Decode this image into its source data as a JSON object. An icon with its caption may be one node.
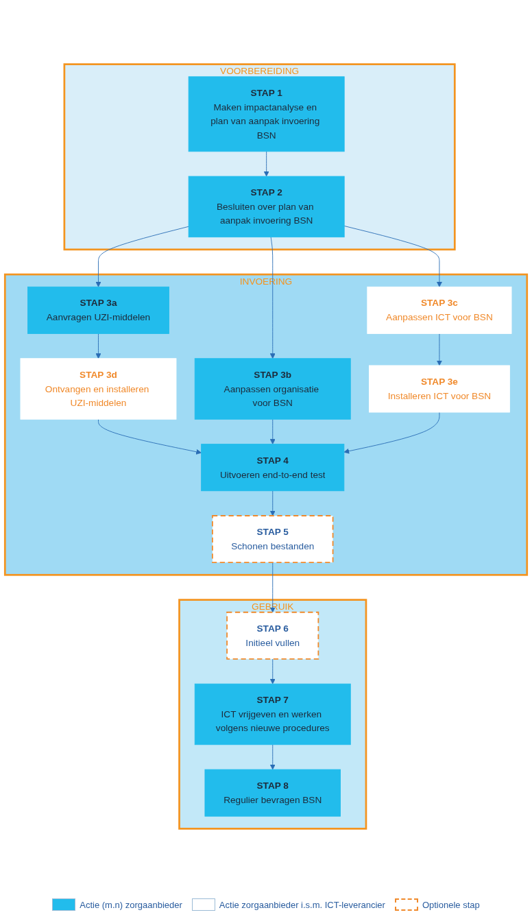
{
  "diagram": {
    "nodes": [
      {
        "text": [
          "VOORBEREIDING"
        ]
      },
      {
        "text": [
          "STAP 1",
          "Maken impactanalyse en plan van aanpak invoering BSN"
        ],
        "in": 0
      },
      {
        "text": [
          "STAP 2",
          "Besluiten over plan van aanpak invoering BSN"
        ],
        "in": 0
      },
      {
        "text": [
          "INVOERING"
        ]
      },
      {
        "text": [
          "STAP 3a",
          "Aanvragen UZI-middelen"
        ],
        "in": 3
      },
      {
        "text": [
          "STAP 3b",
          "Aanpassen organisatie voor BSN"
        ],
        "in": 3
      },
      {
        "text": [
          "STAP 3c",
          "Aanpassen ICT voor BSN"
        ],
        "in": 3
      },
      {
        "text": [
          "STAP 3d",
          "Ontvangen en installeren UZI-middelen"
        ],
        "in": 3
      },
      {
        "text": [
          "STAP 3e",
          "Installeren ICT voor BSN"
        ],
        "in": 3
      },
      {
        "text": [
          "STAP 4",
          "Uitvoeren end-to-end test"
        ],
        "in": 3
      },
      {
        "text": [
          "STAP 5",
          "Schonen bestanden"
        ],
        "in": 3
      },
      {
        "text": [
          "GEBRUIK"
        ]
      },
      {
        "text": [
          "STAP 6",
          "Initieel vullen"
        ],
        "in": 11
      },
      {
        "text": [
          "STAP 7",
          "ICT vrijgeven en werken volgens nieuwe procedures"
        ],
        "in": 11
      },
      {
        "text": [
          "STAP 8",
          "Regulier bevragen BSN"
        ],
        "in": 11
      }
    ],
    "edges": [
      {
        "from": 1,
        "to": 2,
        "arrow": "to"
      },
      {
        "from": 2,
        "to": 4,
        "arrow": "to"
      },
      {
        "from": 2,
        "to": 5,
        "arrow": "to"
      },
      {
        "from": 2,
        "to": 6,
        "arrow": "to"
      },
      {
        "from": 4,
        "to": 7,
        "arrow": "to"
      },
      {
        "from": 6,
        "to": 8,
        "arrow": "to"
      },
      {
        "from": 7,
        "to": 9,
        "arrow": "to"
      },
      {
        "from": 5,
        "to": 9,
        "arrow": "to"
      },
      {
        "from": 8,
        "to": 9,
        "arrow": "to"
      },
      {
        "from": 9,
        "to": 10,
        "arrow": "to"
      },
      {
        "from": 10,
        "to": 12,
        "arrow": "to"
      },
      {
        "from": 12,
        "to": 13,
        "arrow": "to"
      },
      {
        "from": 13,
        "to": 14,
        "arrow": "to"
      }
    ],
    "legend": [
      {
        "text": "Actie (m.n) zorgaanbieder",
        "color": "#22bcec"
      },
      {
        "text": "Actie zorgaanbieder i.s.m. ICT-leverancier",
        "color": "#ffffff"
      },
      {
        "text": "Optionele stap"
      }
    ]
  }
}
